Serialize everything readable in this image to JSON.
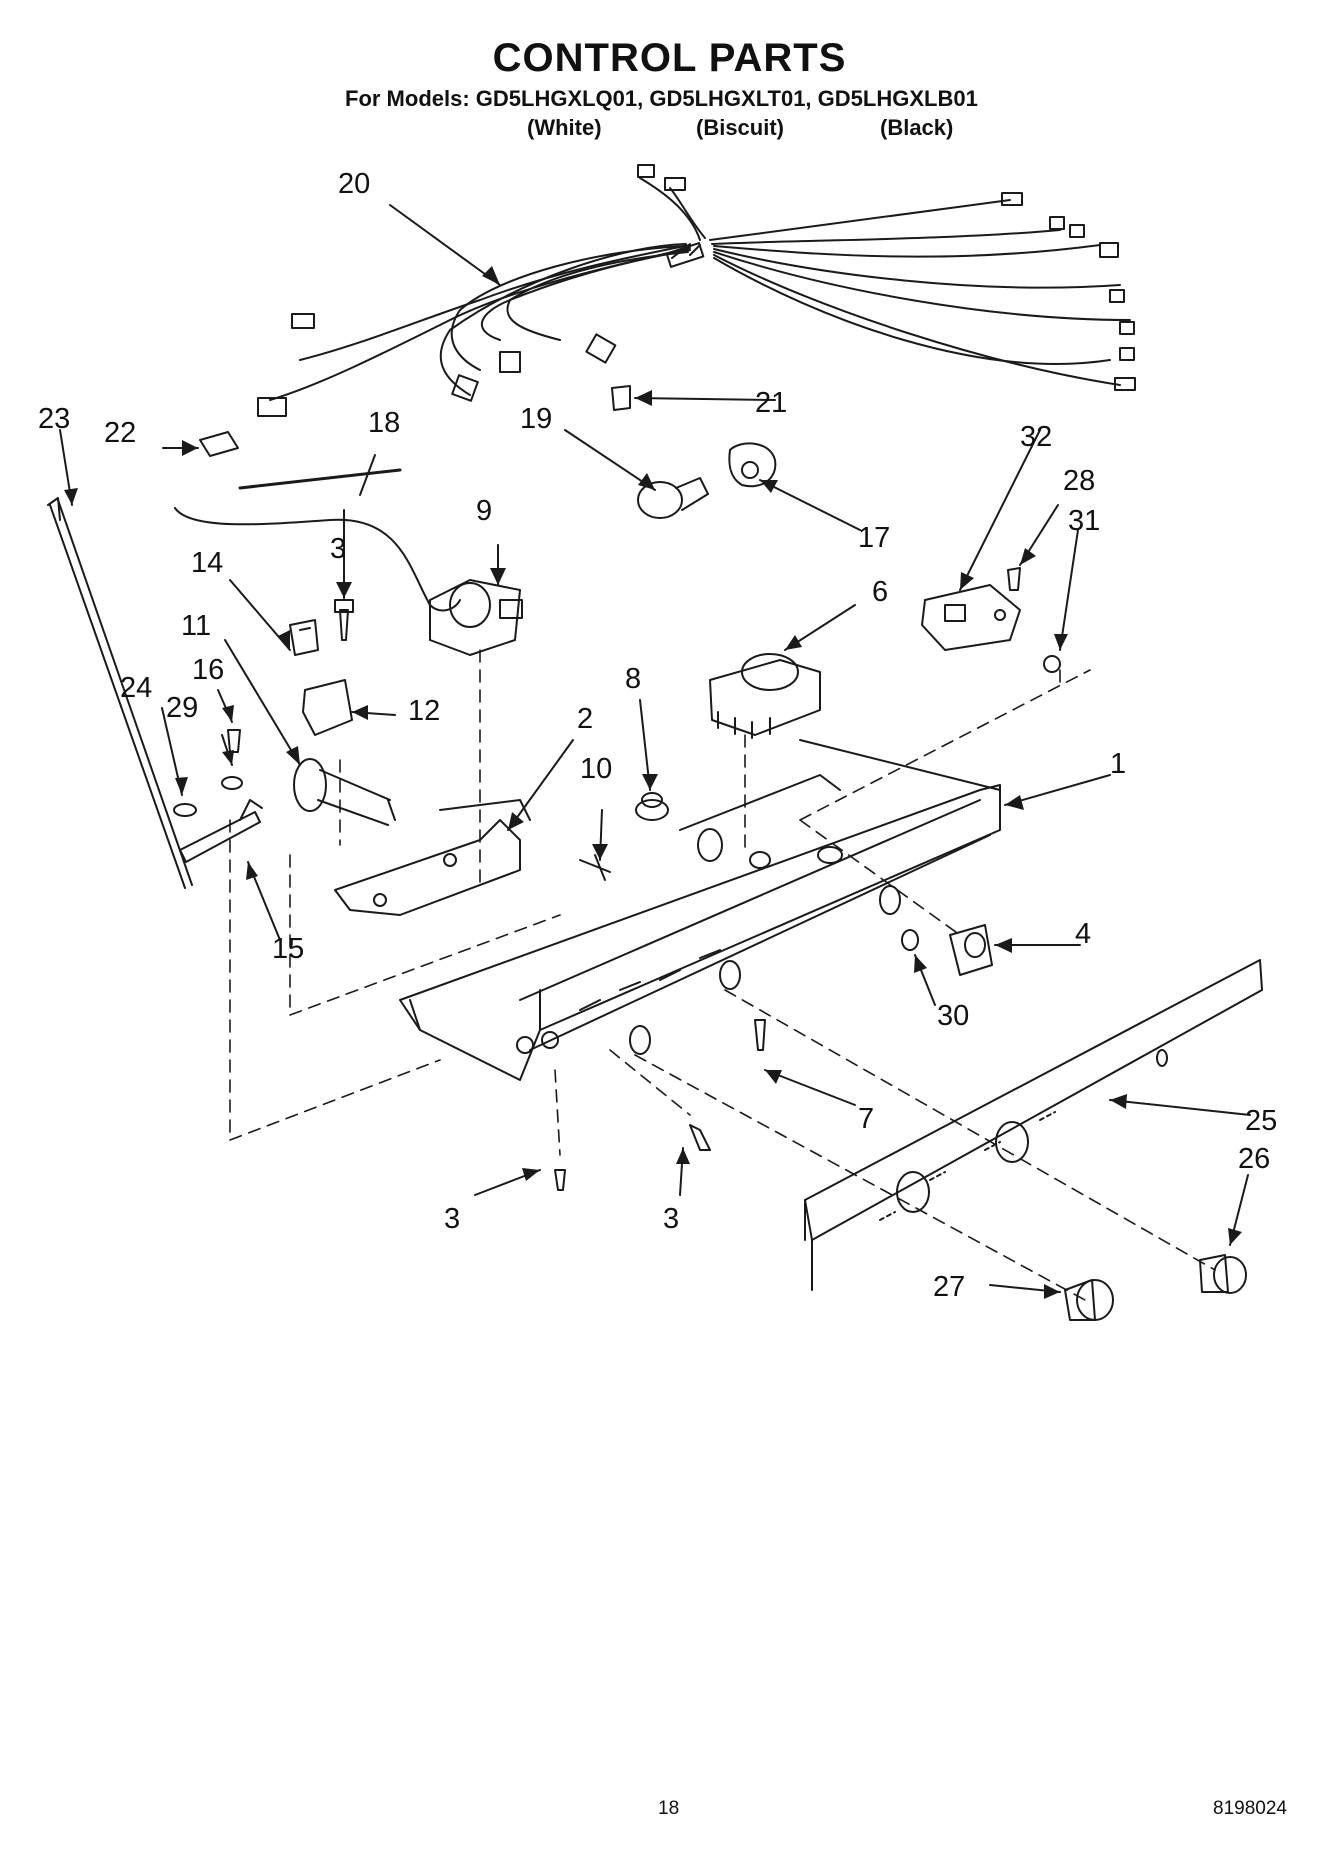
{
  "title": "CONTROL PARTS",
  "models_line": "For Models: GD5LHGXLQ01, GD5LHGXLT01, GD5LHGXLB01",
  "variants": [
    "(White)",
    "(Biscuit)",
    "(Black)"
  ],
  "callouts": [
    "20",
    "21",
    "19",
    "17",
    "23",
    "22",
    "18",
    "32",
    "28",
    "31",
    "9",
    "14",
    "3",
    "6",
    "11",
    "16",
    "29",
    "24",
    "12",
    "8",
    "2",
    "10",
    "1",
    "15",
    "4",
    "30",
    "7",
    "25",
    "26",
    "3",
    "3",
    "27"
  ],
  "page_number": "18",
  "doc_number": "8198024"
}
